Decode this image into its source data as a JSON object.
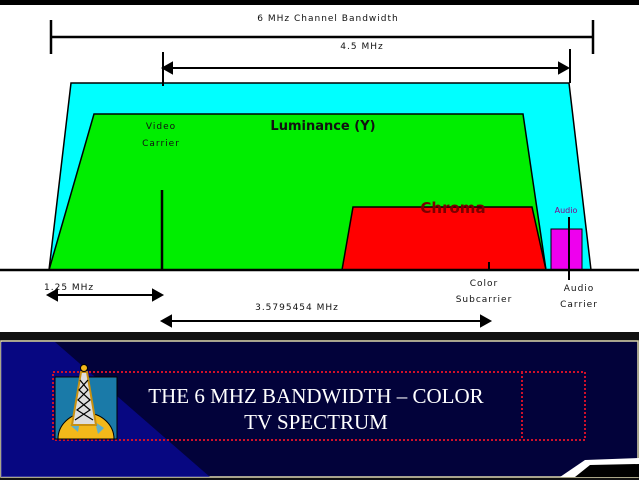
{
  "diagram": {
    "channel_bandwidth_label": "6 MHz Channel Bandwidth",
    "audio_offset_label": "4.5 MHz",
    "luminance_label": "Luminance (Y)",
    "video_carrier_label": [
      "Video",
      "Carrier"
    ],
    "chroma_label": "Chroma",
    "audio_label": "Audio",
    "vestigial_label": "1.25 MHz",
    "subcarrier_offset_label": "3.5795454 MHz",
    "color_subcarrier_label": [
      "Color",
      "Subcarrier"
    ],
    "audio_carrier_label": [
      "Audio",
      "Carrier"
    ],
    "colors": {
      "channel": "#00FFFF",
      "luminance": "#00EE00",
      "chroma": "#FF0000",
      "audio": "#EE00EE"
    }
  },
  "title_panel": {
    "title_lines": [
      "THE 6 MHZ BANDWIDTH – COLOR",
      "TV SPECTRUM"
    ],
    "icon": "radio-tower-globe-icon",
    "background": "#02023A",
    "accent": "#D0102A"
  }
}
